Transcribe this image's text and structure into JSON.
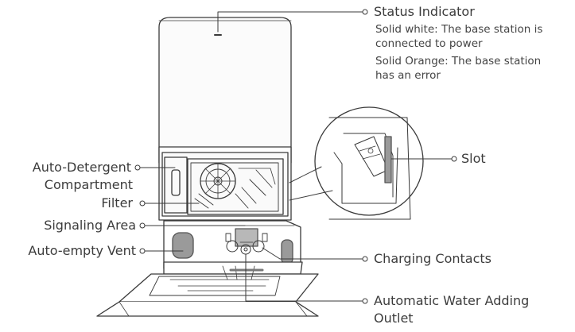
{
  "labels": {
    "status_indicator": "Status Indicator",
    "status_note_1": "Solid white: The base station is",
    "status_note_2": "connected to power",
    "status_note_3": "Solid Orange: The base station",
    "status_note_4": "has an error",
    "auto_detergent_1": "Auto-Detergent",
    "auto_detergent_2": "Compartment",
    "filter": "Filter",
    "signaling_area": "Signaling Area",
    "auto_empty_vent": "Auto-empty Vent",
    "slot": "Slot",
    "charging_contacts": "Charging Contacts",
    "water_adding_1": "Automatic Water Adding",
    "water_adding_2": "Outlet"
  },
  "colors": {
    "line": "#3a3a3a",
    "text": "#3c3c3c"
  }
}
